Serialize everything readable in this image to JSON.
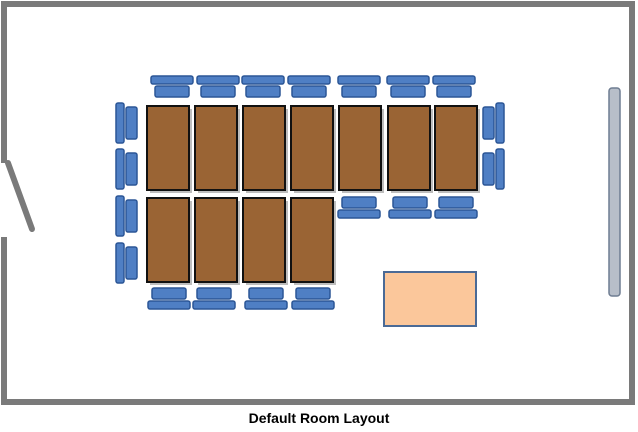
{
  "caption": "Default Room Layout",
  "colors": {
    "wall": "#7a7a7a",
    "desk_fill": "#9a6434",
    "desk_border": "#111111",
    "chair_fill": "#4f7fc4",
    "chair_border": "#2c5696",
    "teacher_table_fill": "#fbc79b",
    "teacher_table_border": "#4a6a96",
    "whiteboard_fill": "#b7bec9",
    "whiteboard_border": "#6f7d92"
  },
  "room": {
    "desks": {
      "row_1_count": 7,
      "row_2_count": 4
    },
    "chairs": {
      "top_row": 7,
      "bottom_row": 7,
      "left_side": 4,
      "right_side": 2
    },
    "has_door": true,
    "has_teacher_table": true,
    "has_whiteboard": true
  }
}
